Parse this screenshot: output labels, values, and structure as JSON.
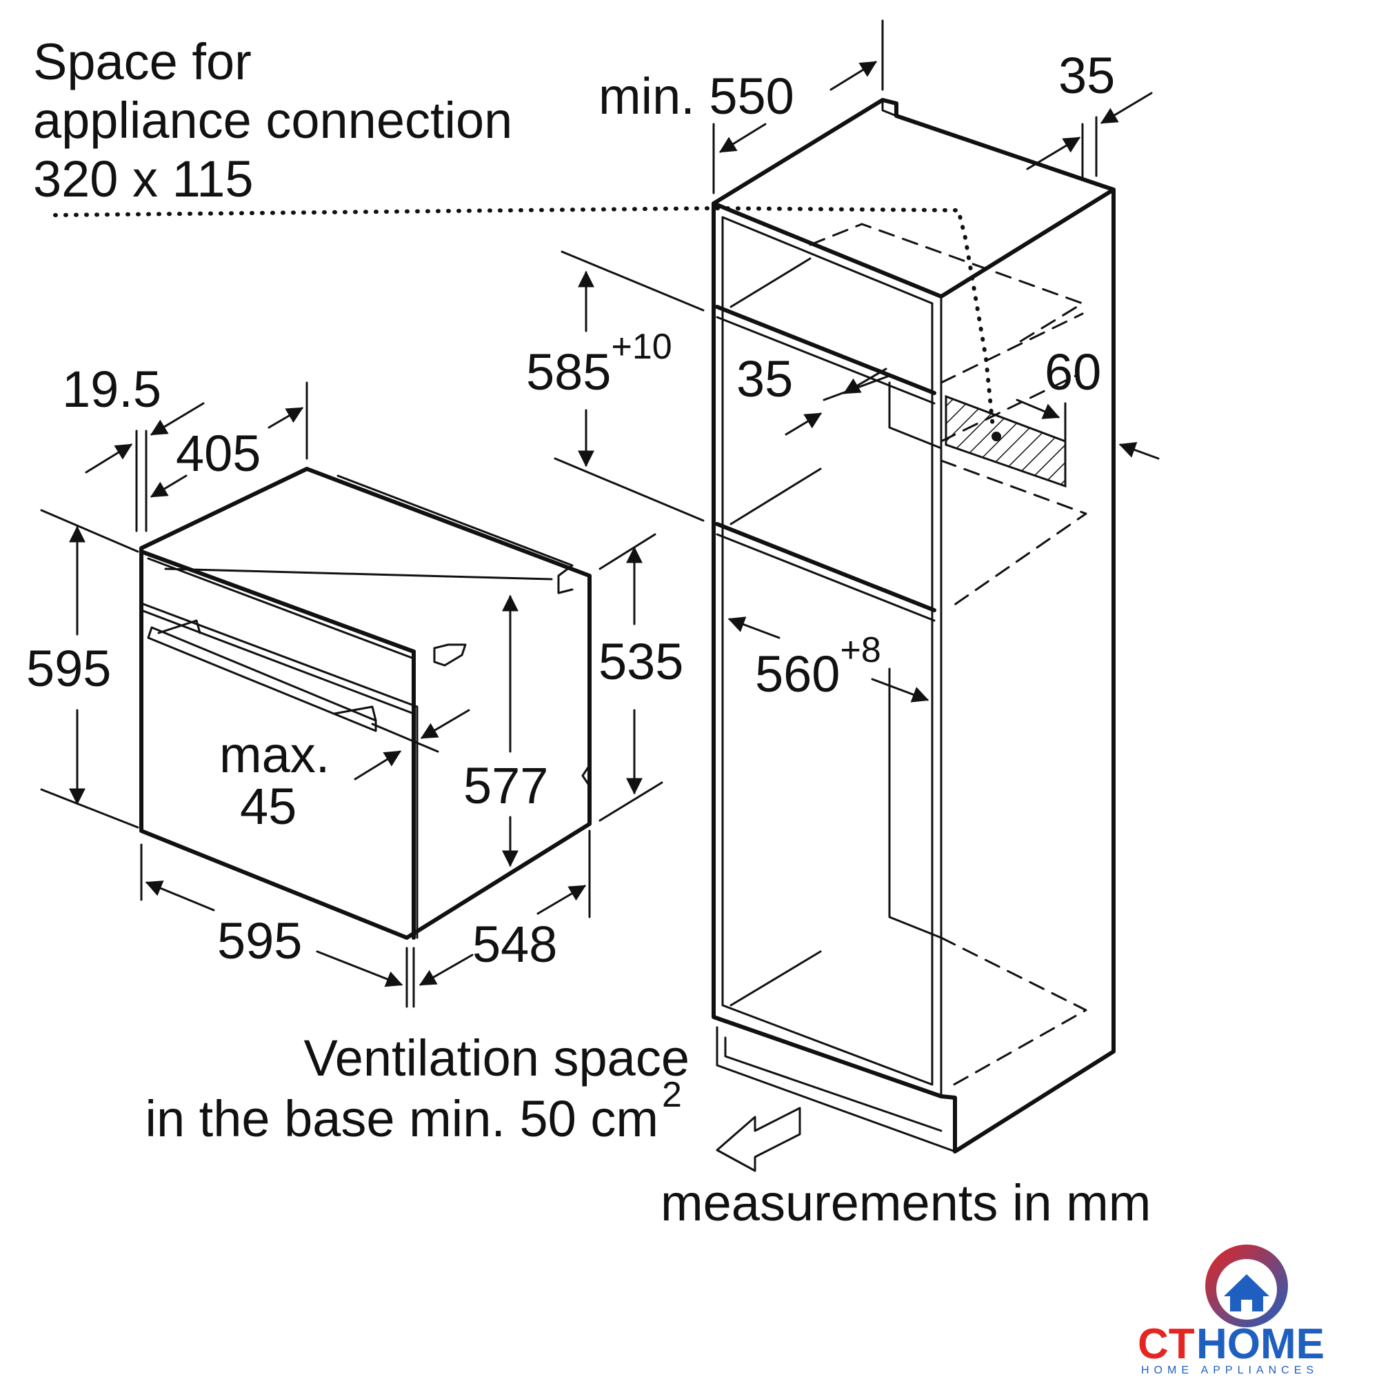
{
  "labels": {
    "appliance_line1": "Space for",
    "appliance_line2": "appliance connection",
    "appliance_line3": "320 x 115",
    "min_550": "min. 550",
    "top_35": "35",
    "niche_585": "585",
    "niche_585_tol": "+10",
    "right_35": "35",
    "right_60": "60",
    "oven_19_5": "19.5",
    "oven_405": "405",
    "oven_595_h": "595",
    "oven_535": "535",
    "niche_560": "560",
    "niche_560_tol": "+8",
    "max_line1": "max.",
    "max_line2": "45",
    "oven_577": "577",
    "oven_595_w": "595",
    "oven_548": "548",
    "vent_line1": "Ventilation space",
    "vent_line2_main": "in the base min. 50 cm",
    "vent_line2_sup": "2",
    "units": "measurements in mm"
  },
  "logo": {
    "brand_a": "CT",
    "brand_b": "HOME",
    "tagline": "HOME APPLIANCES",
    "icon": "house-drop-icon",
    "colors": {
      "red": "#e52521",
      "blue": "#1f5fbf",
      "light_blue": "#3aa0e8"
    }
  }
}
